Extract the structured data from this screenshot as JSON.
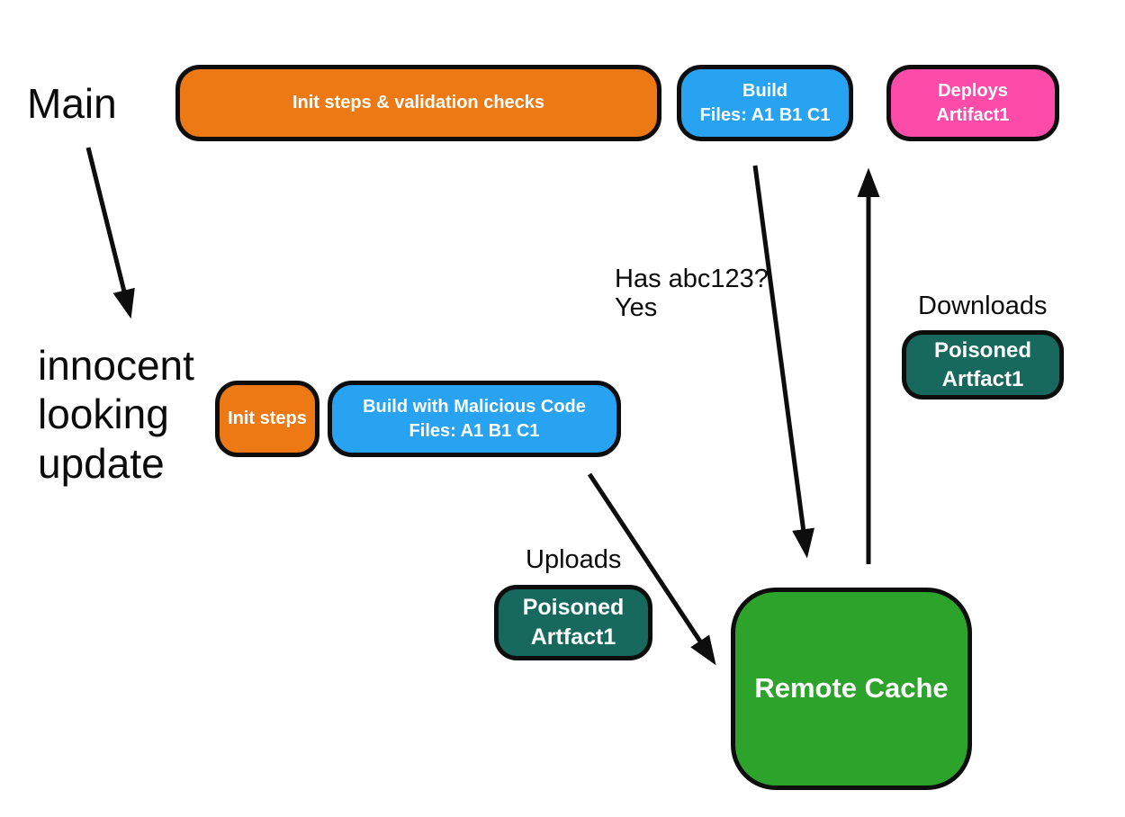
{
  "colors": {
    "orange": "#EC7913",
    "blue": "#28A3F2",
    "pink": "#FC4BA9",
    "teal": "#17695E",
    "green": "#2CA32A",
    "border": "#0d0d0d"
  },
  "branch_main": {
    "label": "Main",
    "init_box": "Init steps & validation checks",
    "build_box": "Build\nFiles: A1 B1 C1",
    "deploy_box": "Deploys\nArtifact1"
  },
  "branch_update": {
    "label": "innocent\nlooking\nupdate",
    "init_box": "Init steps",
    "build_box": "Build with Malicious Code\nFiles: A1 B1 C1"
  },
  "cache": {
    "label": "Remote Cache",
    "query_label": "Has abc123?\nYes",
    "downloads_label": "Downloads",
    "uploads_label": "Uploads",
    "download_artifact": "Poisoned\nArtfact1",
    "upload_artifact": "Poisoned\nArtfact1"
  }
}
